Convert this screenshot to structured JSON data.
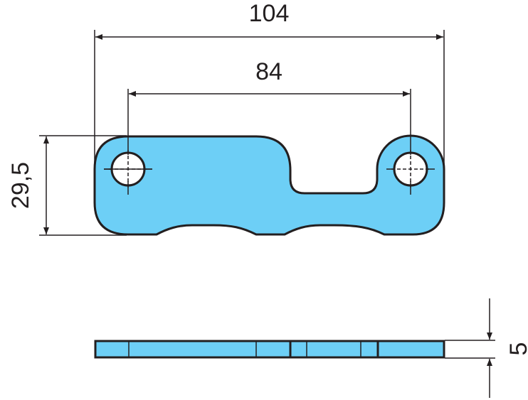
{
  "dimensions": {
    "overall_length": "104",
    "hole_spacing": "84",
    "height": "29,5",
    "thickness": "5"
  },
  "colors": {
    "part_fill": "#6dcff6",
    "line": "#231f20"
  }
}
